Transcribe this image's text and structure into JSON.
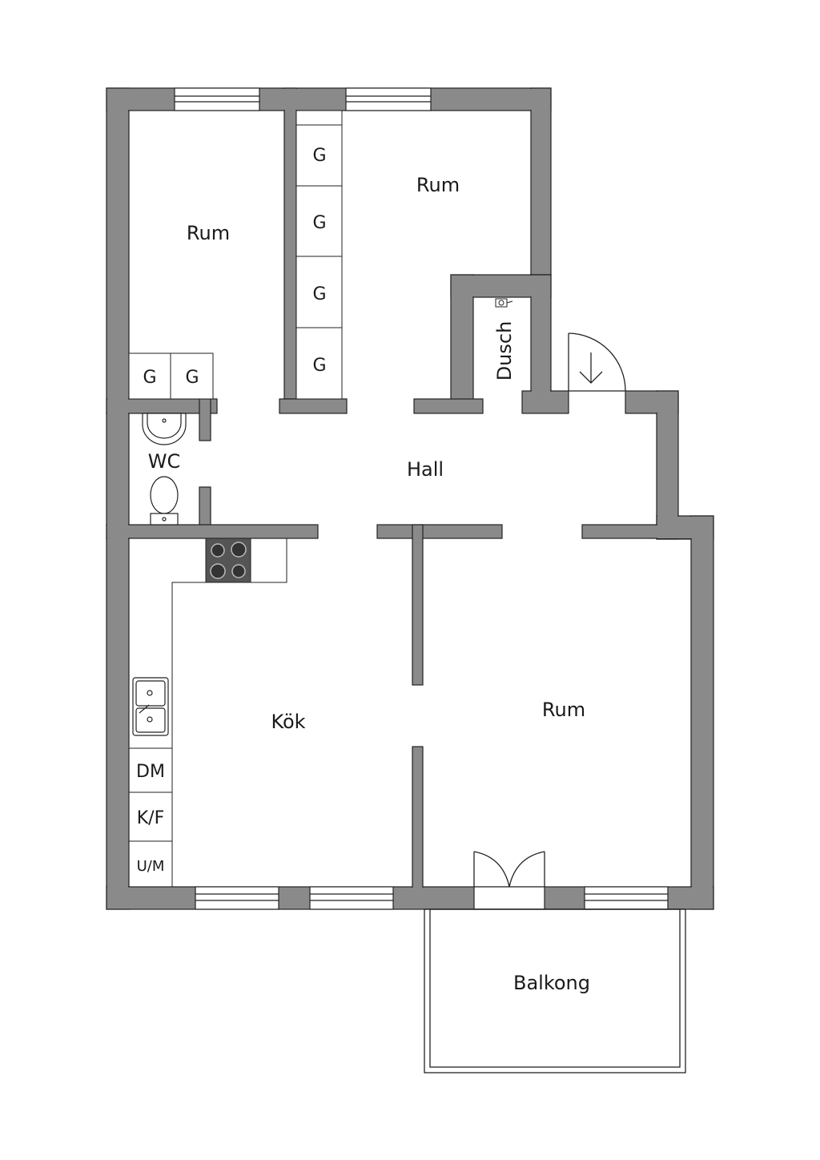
{
  "colors": {
    "wall": "#8a8a8a",
    "line": "#222222",
    "background": "#ffffff",
    "hob": "#555555"
  },
  "rooms": {
    "rum_top_left": "Rum",
    "rum_top_right": "Rum",
    "rum_bottom_right": "Rum",
    "hall": "Hall",
    "wc": "WC",
    "kok": "Kök",
    "dusch": "Dusch",
    "balkong": "Balkong"
  },
  "closets": {
    "wardrobe_label": "G"
  },
  "kitchen_appliances": {
    "dishwasher": "DM",
    "fridge_freezer": "K/F",
    "oven": "U/M"
  },
  "icons": [
    "entrance-arrow-icon",
    "stove-icon",
    "sink-icon",
    "toilet-icon",
    "washbasin-icon",
    "shower-icon"
  ]
}
